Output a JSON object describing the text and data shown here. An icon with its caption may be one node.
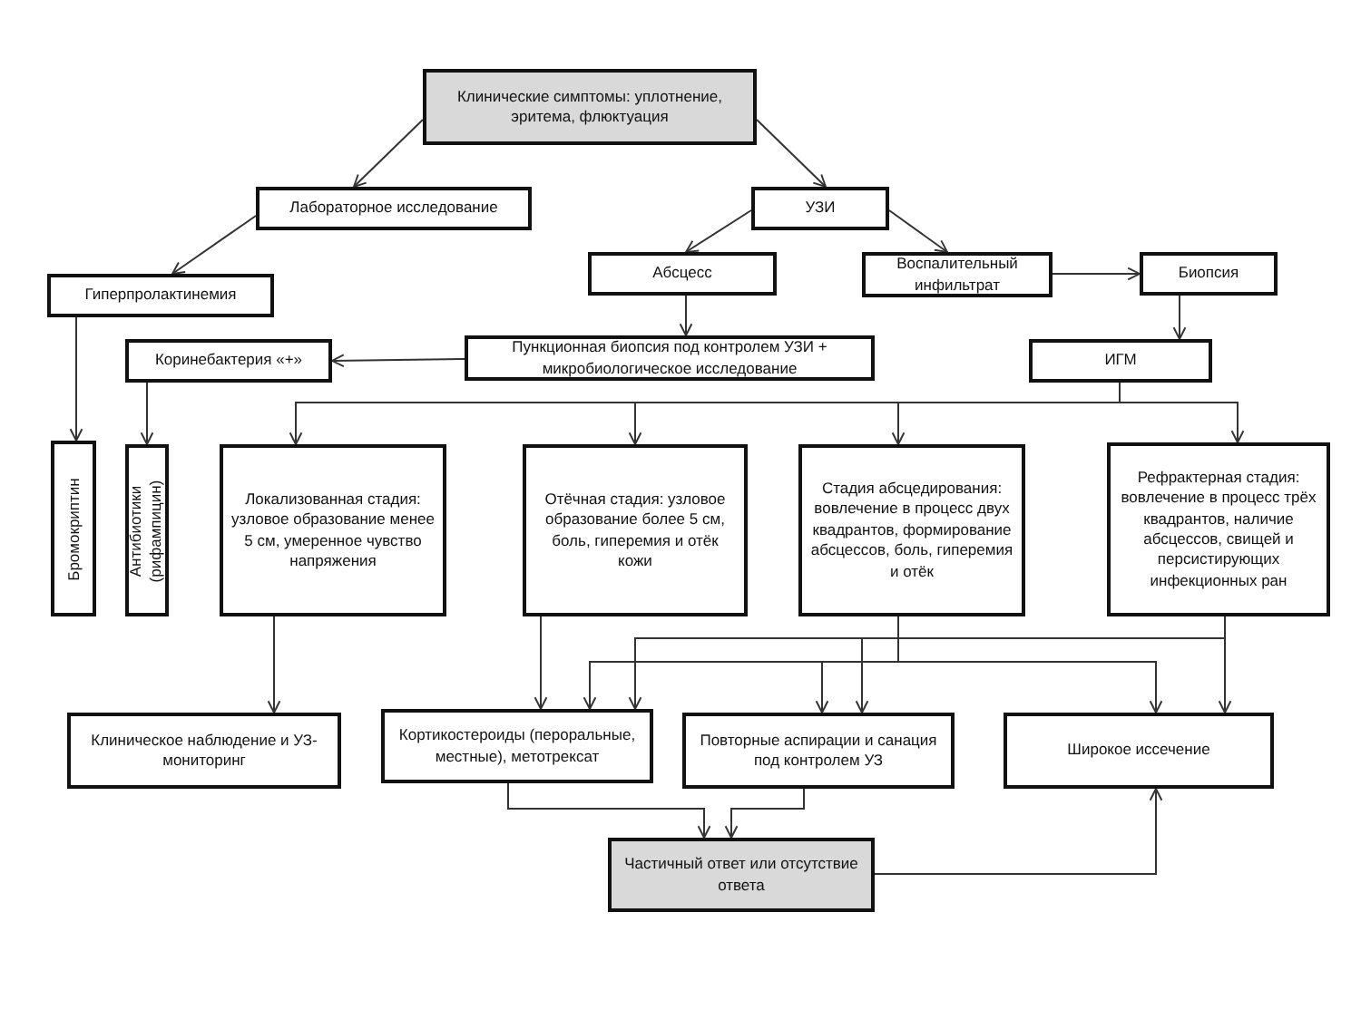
{
  "diagram": {
    "nodes": [
      {
        "text": [
          "Клинические симптомы: уплотнение, эритема, флюктуация"
        ]
      },
      {
        "text": [
          "Лабораторное исследование"
        ]
      },
      {
        "text": [
          "УЗИ"
        ]
      },
      {
        "text": [
          "Гиперпролактинемия"
        ]
      },
      {
        "text": [
          "Абсцесс"
        ]
      },
      {
        "text": [
          "Воспалительный инфильтрат"
        ]
      },
      {
        "text": [
          "Биопсия"
        ]
      },
      {
        "text": [
          "Пункционная биопсия под контролем УЗИ + микробиологическое исследование"
        ]
      },
      {
        "text": [
          "Коринебактерия «+»"
        ]
      },
      {
        "text": [
          "ИГМ"
        ]
      },
      {
        "text": [
          "Бромокриптин"
        ]
      },
      {
        "text": [
          "Антибиотики (рифампицин)"
        ]
      },
      {
        "text": [
          "Локализованная стадия: узловое образование менее 5 см, умеренное чувство напряжения"
        ]
      },
      {
        "text": [
          "Отёчная стадия: узловое образование более 5 см, боль, гиперемия и отёк кожи"
        ]
      },
      {
        "text": [
          "Стадия абсцедирования: вовлечение в процесс двух квадрантов, формирование абсцессов, боль, гиперемия и отёк"
        ]
      },
      {
        "text": [
          "Рефрактерная стадия: вовлечение в процесс трёх квадрантов, наличие абсцессов, свищей и персистирующих инфекционных ран"
        ]
      },
      {
        "text": [
          "Клиническое наблюдение и УЗ-мониторинг"
        ]
      },
      {
        "text": [
          "Кортикостероиды (пероральные, местные), метотрексат"
        ]
      },
      {
        "text": [
          "Повторные аспирации и санация под контролем УЗ"
        ]
      },
      {
        "text": [
          "Широкое иссечение"
        ]
      },
      {
        "text": [
          "Частичный ответ или отсутствие ответа"
        ]
      }
    ],
    "edges": [
      {
        "from": 0,
        "to": 1,
        "arrow": "to"
      },
      {
        "from": 0,
        "to": 2,
        "arrow": "to"
      },
      {
        "from": 1,
        "to": 3,
        "arrow": "to"
      },
      {
        "from": 2,
        "to": 4,
        "arrow": "to"
      },
      {
        "from": 2,
        "to": 5,
        "arrow": "to"
      },
      {
        "from": 5,
        "to": 6,
        "arrow": "to"
      },
      {
        "from": 4,
        "to": 7,
        "arrow": "to"
      },
      {
        "from": 7,
        "to": 8,
        "arrow": "to"
      },
      {
        "from": 6,
        "to": 9,
        "arrow": "to"
      },
      {
        "from": 3,
        "to": 10,
        "arrow": "to"
      },
      {
        "from": 8,
        "to": 11,
        "arrow": "to"
      },
      {
        "from": 9,
        "to": 12,
        "arrow": "to"
      },
      {
        "from": 9,
        "to": 13,
        "arrow": "to"
      },
      {
        "from": 9,
        "to": 14,
        "arrow": "to"
      },
      {
        "from": 9,
        "to": 15,
        "arrow": "to"
      },
      {
        "from": 12,
        "to": 16,
        "arrow": "to"
      },
      {
        "from": 13,
        "to": 17,
        "arrow": "to"
      },
      {
        "from": 14,
        "to": 17,
        "arrow": "to"
      },
      {
        "from": 14,
        "to": 18,
        "arrow": "to"
      },
      {
        "from": 14,
        "to": 19,
        "arrow": "to"
      },
      {
        "from": 15,
        "to": 17,
        "arrow": "to"
      },
      {
        "from": 15,
        "to": 18,
        "arrow": "to"
      },
      {
        "from": 15,
        "to": 19,
        "arrow": "to"
      },
      {
        "from": 17,
        "to": 20,
        "arrow": "to"
      },
      {
        "from": 18,
        "to": 20,
        "arrow": "to"
      },
      {
        "from": 20,
        "to": 19,
        "arrow": "to"
      }
    ]
  }
}
